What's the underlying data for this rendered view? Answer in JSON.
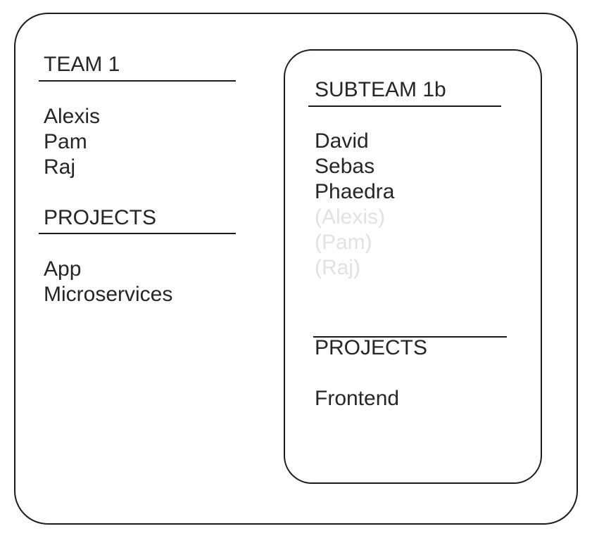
{
  "colors": {
    "text": "#262626",
    "muted_text": "#e2e2e2",
    "border": "#1c1c1c",
    "background": "#ffffff"
  },
  "team1": {
    "title": "TEAM 1",
    "members": [
      "Alexis",
      "Pam",
      "Raj"
    ],
    "projects_heading": "PROJECTS",
    "projects": [
      "App",
      "Microservices"
    ]
  },
  "subteam1b": {
    "title": "SUBTEAM 1b",
    "members": [
      "David",
      "Sebas",
      "Phaedra"
    ],
    "inherited_members": [
      "(Alexis)",
      "(Pam)",
      "(Raj)"
    ],
    "projects_heading": "PROJECTS",
    "projects": [
      "Frontend"
    ]
  }
}
